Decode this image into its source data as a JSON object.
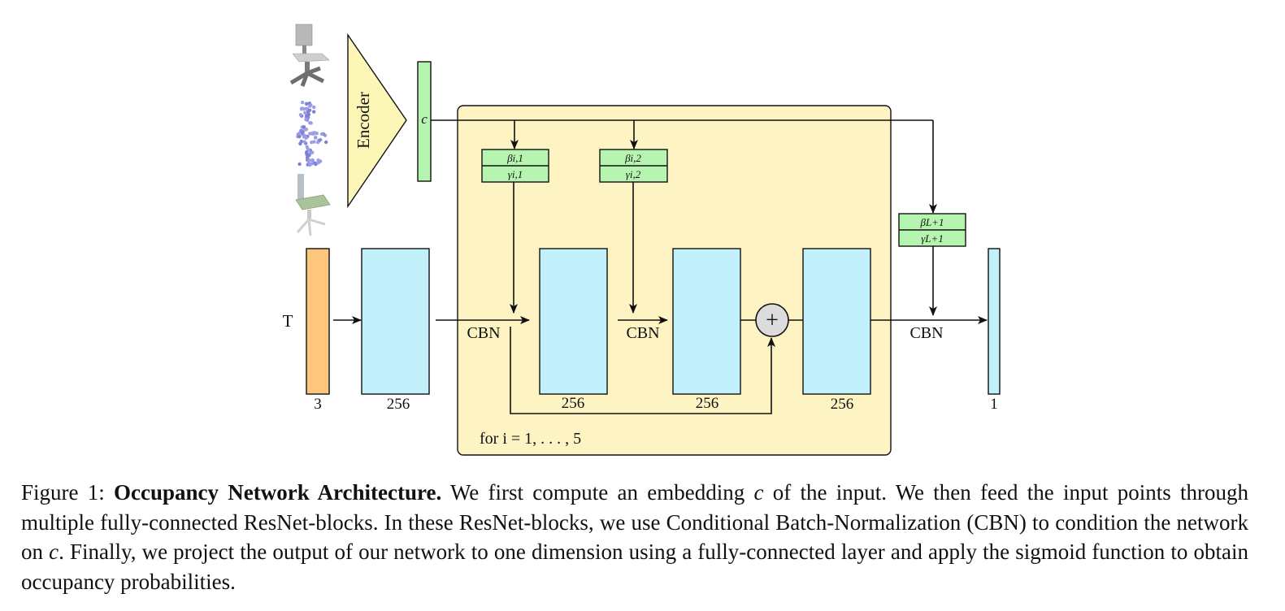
{
  "diagram": {
    "encoder_label": "Encoder",
    "embedding_label": "c",
    "input_label": "T",
    "cbn_label": "CBN",
    "loop_label": "for i = 1, . . . , 5",
    "param_blocks": [
      {
        "beta": "βi,1",
        "gamma": "γi,1"
      },
      {
        "beta": "βi,2",
        "gamma": "γi,2"
      },
      {
        "beta": "βL+1",
        "gamma": "γL+1"
      }
    ],
    "layer_dims": [
      "3",
      "256",
      "256",
      "256",
      "256",
      "1"
    ],
    "plus_symbol": "+"
  },
  "caption": {
    "prefix": "Figure 1: ",
    "title": "Occupancy Network Architecture.",
    "text1": " We first compute an embedding ",
    "c1": "c",
    "text2": " of the input. We then feed the input points through multiple fully-connected ResNet-blocks. In these ResNet-blocks, we use Conditional Batch-Normalization (CBN) to condition the network on ",
    "c2": "c",
    "text3": ". Finally, we project the output of our network to one dimension using a fully-connected layer and apply the sigmoid function to obtain occupancy probabilities."
  },
  "colors": {
    "encoder_fill": "#fcf7b6",
    "embedding_fill": "#b6f5b0",
    "resnet_block_fill": "#fdf3c3",
    "input_fill": "#fcc77d",
    "layer_fill": "#c2f1fb",
    "param_fill": "#b6f5b0",
    "plus_fill": "#dcdcdc"
  },
  "icons": [
    "chair-mesh-icon",
    "chair-pointcloud-icon",
    "chair-image-icon"
  ]
}
